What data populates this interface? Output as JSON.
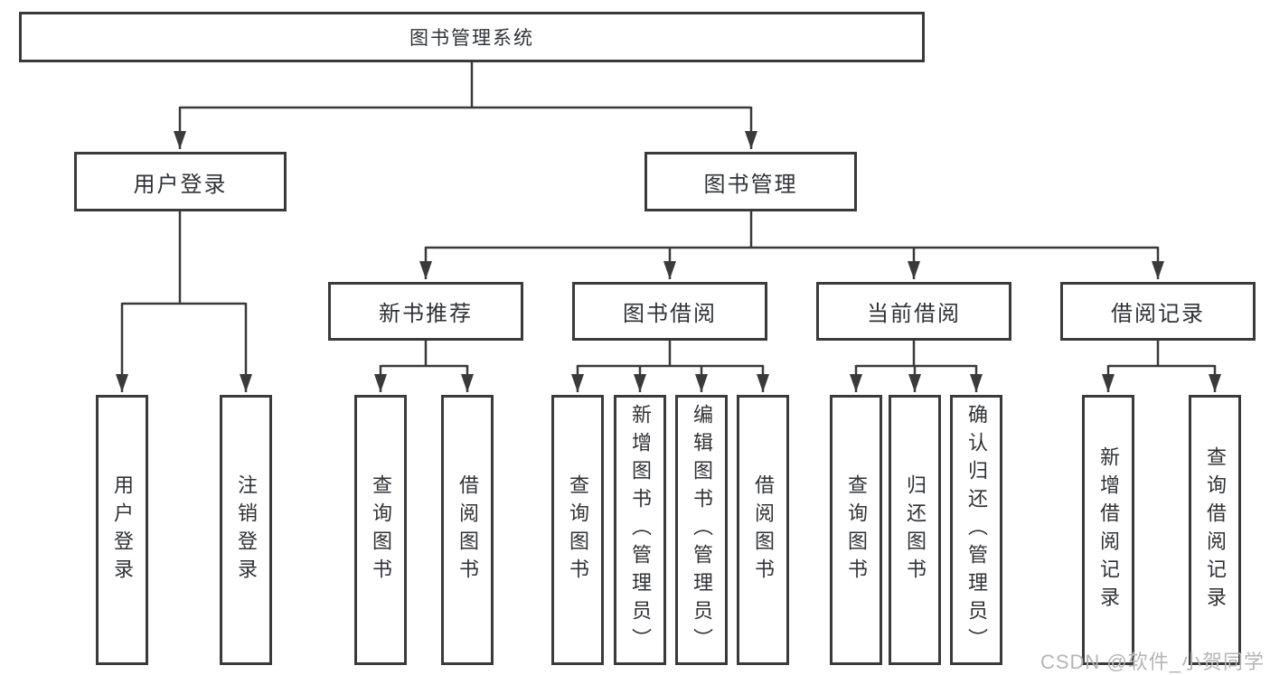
{
  "diagram_type": "functional-structure-tree",
  "colors": {
    "line": "#3a3a3a",
    "text": "#2f3237",
    "background": "#ffffff",
    "watermark": "#b5b5b5"
  },
  "watermark": {
    "text": "CSDN @软件_小贺同学"
  },
  "tree": {
    "label": "图书管理系统",
    "children": [
      {
        "label": "用户登录",
        "children": [
          {
            "label": "用户登录"
          },
          {
            "label": "注销登录"
          }
        ]
      },
      {
        "label": "图书管理",
        "children": [
          {
            "label": "新书推荐",
            "children": [
              {
                "label": "查询图书"
              },
              {
                "label": "借阅图书"
              }
            ]
          },
          {
            "label": "图书借阅",
            "children": [
              {
                "label": "查询图书"
              },
              {
                "label": "新增图书（管理员）"
              },
              {
                "label": "编辑图书（管理员）"
              },
              {
                "label": "借阅图书"
              }
            ]
          },
          {
            "label": "当前借阅",
            "children": [
              {
                "label": "查询图书"
              },
              {
                "label": "归还图书"
              },
              {
                "label": "确认归还（管理员）"
              }
            ]
          },
          {
            "label": "借阅记录",
            "children": [
              {
                "label": "新增借阅记录"
              },
              {
                "label": "查询借阅记录"
              }
            ]
          }
        ]
      }
    ]
  }
}
